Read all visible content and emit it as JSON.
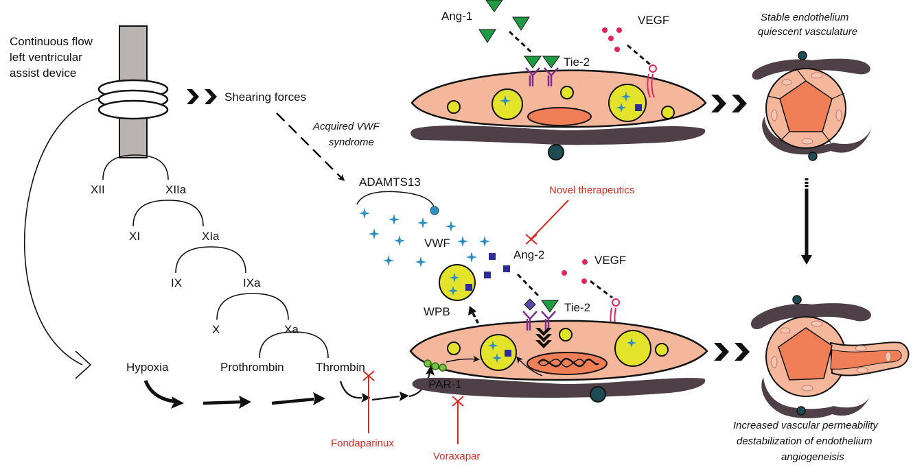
{
  "device": {
    "line1": "Continuous flow",
    "line2": "left ventricular",
    "line3": "assist device"
  },
  "shearing": "Shearing forces",
  "acquired": {
    "line1": "Acquired VWF",
    "line2": "syndrome"
  },
  "cascade": {
    "xii": "XII",
    "xiia": "XIIa",
    "xi": "XI",
    "xia": "XIa",
    "ix": "IX",
    "ixa": "IXa",
    "x": "X",
    "xa": "Xa",
    "prothrombin": "Prothrombin",
    "thrombin": "Thrombin",
    "hypoxia": "Hypoxia"
  },
  "top_cell": {
    "ang1": "Ang-1",
    "vegf": "VEGF",
    "tie2": "Tie-2"
  },
  "bottom_cell": {
    "adamts13": "ADAMTS13",
    "vwf": "VWF",
    "ang2": "Ang-2",
    "vegf": "VEGF",
    "tie2": "Tie-2",
    "wpb": "WPB",
    "par1": "PAR-1"
  },
  "drugs": {
    "novel": "Novel therapeutics",
    "fondaparinux": "Fondaparinux",
    "voraxapar": "Voraxapar"
  },
  "stable": {
    "line1": "Stable endothelium",
    "line2": "quiescent vasculature"
  },
  "increased": {
    "line1": "Increased vascular permeability",
    "line2": "destabilization of endothelium",
    "line3": "angiogeneisis"
  },
  "colors": {
    "cell": "#f4b79b",
    "nucleus": "#f07f58",
    "granule": "#e3e32b",
    "pericyte": "#4f3f46",
    "vwf": "#2f8fbf",
    "ang1": "#1f9a45",
    "ang2": "#2e2a96",
    "vegf": "#e0245e",
    "receptor": "#7b2e8e",
    "inhibitor": "#d42a20"
  }
}
